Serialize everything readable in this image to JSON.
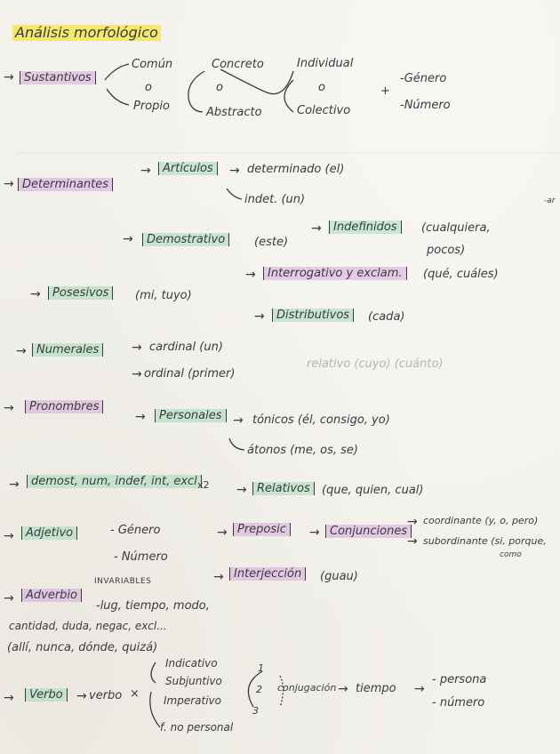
{
  "title": "Análisis morfológico",
  "sustantivos": {
    "label": "Sustantivos",
    "comun": "Común",
    "o": "o",
    "propio": "Propio",
    "concreto": "Concreto",
    "abstracto": "Abstracto",
    "individual": "Individual",
    "colectivo": "Colectivo",
    "plus": "+",
    "genero": "-Género",
    "numero": "-Número"
  },
  "determinantes": {
    "label": "Determinantes",
    "articulos": "Artículos",
    "determinado": "determinado (el)",
    "indet": "indet. (un)",
    "demostrativos": "Demostrativo",
    "demostrativos_ex": "(este)",
    "indefinidos": "Indefinidos",
    "indefinidos_ex1": "(cualquiera,",
    "indefinidos_ex2": "pocos)",
    "interrog": "Interrogativo y exclam.",
    "interrog_ex": "(qué, cuáles)",
    "posesivos": "Posesivos",
    "posesivos_ex": "(mi, tuyo)",
    "distributivos": "Distributivos",
    "distributivos_ex": "(cada)",
    "numerales": "Numerales",
    "cardinal": "cardinal (un)",
    "ordinal": "ordinal (primer)",
    "relativo_faint": "relativo (cuyo) (cuánto)"
  },
  "pronombres": {
    "label": "Pronombres",
    "personales": "Personales",
    "tonicos": "tónicos (él, consigo, yo)",
    "atonos": "átonos (me, os, se)",
    "combo": "demost, num, indef, int, excl",
    "x2": "x2",
    "relativos": "Relativos",
    "relativos_ex": "(que, quien, cual)"
  },
  "adjetivo": {
    "label": "Adjetivo",
    "genero": "- Género",
    "numero": "- Número",
    "preposic": "Preposic",
    "conjunciones": "Conjunciones",
    "coordinante": "coordinante (y, o, pero)",
    "subordinante": "subordinante (si, porque,",
    "subordinante2": "como",
    "interjeccion": "Interjección",
    "interjeccion_ex": "(guau)"
  },
  "adverbio": {
    "label": "Adverbio",
    "invariables": "INVARIABLES",
    "line1": "-lug, tiempo, modo,",
    "line2": "cantidad, duda, negac, excl...",
    "line3": "(allí, nunca, dónde, quizá)"
  },
  "verbo": {
    "label": "Verbo",
    "verbo": "verbo",
    "x": "×",
    "indicativo": "Indicativo",
    "subjuntivo": "Subjuntivo",
    "imperativo": "Imperativo",
    "fnopersonal": "f. no personal",
    "uno": "1",
    "dos": "2",
    "tres": "3",
    "conjugacion": "conjugación",
    "tiempo": "tiempo",
    "persona": "- persona",
    "numero": "- número"
  },
  "margin_mark": "-ar"
}
